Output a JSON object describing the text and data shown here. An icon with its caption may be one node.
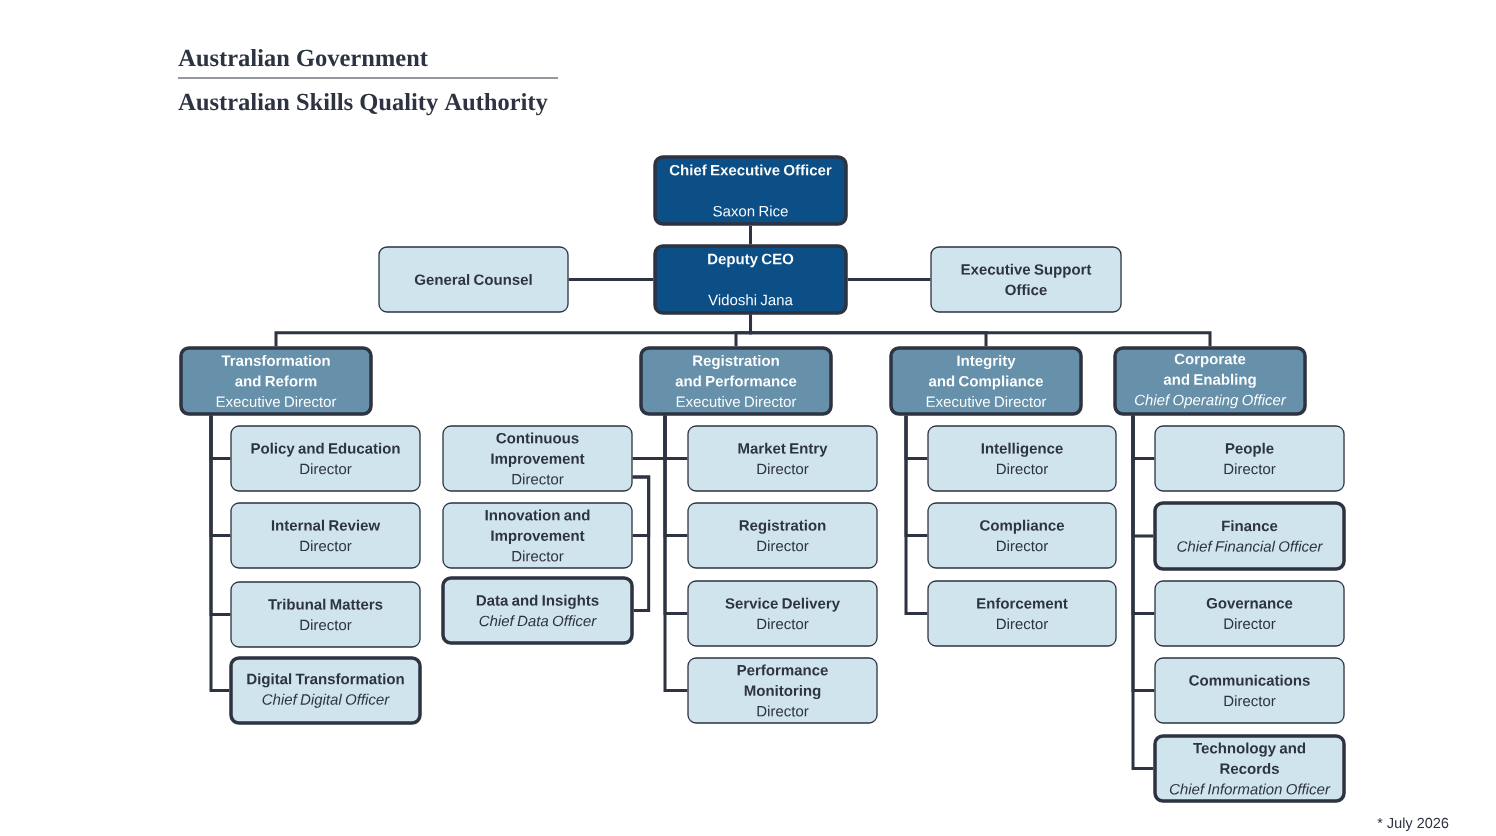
{
  "diagram": {
    "nodes": [
      {
        "text": [
          "Chief Executive Officer",
          "Saxon Rice"
        ]
      },
      {
        "text": [
          "Deputy CEO",
          "Vidoshi Jana"
        ]
      },
      {
        "text": [
          "General Counsel"
        ]
      },
      {
        "text": [
          "Executive Support Office"
        ]
      },
      {
        "text": [
          "Transformation and Reform",
          "Executive Director"
        ]
      },
      {
        "text": [
          "Registration and Performance",
          "Executive Director"
        ]
      },
      {
        "text": [
          "Integrity and Compliance",
          "Executive Director"
        ]
      },
      {
        "text": [
          "Corporate and Enabling",
          "Chief Operating Officer"
        ]
      },
      {
        "text": [
          "Policy and Education",
          "Director"
        ]
      },
      {
        "text": [
          "Internal Review",
          "Director"
        ]
      },
      {
        "text": [
          "Tribunal Matters",
          "Director"
        ]
      },
      {
        "text": [
          "Digital Transformation",
          "Chief Digital Officer"
        ]
      },
      {
        "text": [
          "Continuous Improvement",
          "Director"
        ]
      },
      {
        "text": [
          "Innovation and Improvement",
          "Director"
        ]
      },
      {
        "text": [
          "Data and Insights",
          "Chief Data Officer"
        ]
      },
      {
        "text": [
          "Market Entry",
          "Director"
        ]
      },
      {
        "text": [
          "Registration",
          "Director"
        ]
      },
      {
        "text": [
          "Service Delivery",
          "Director"
        ]
      },
      {
        "text": [
          "Performance Monitoring",
          "Director"
        ]
      },
      {
        "text": [
          "Intelligence",
          "Director"
        ]
      },
      {
        "text": [
          "Compliance",
          "Director"
        ]
      },
      {
        "text": [
          "Enforcement",
          "Director"
        ]
      },
      {
        "text": [
          "People",
          "Director"
        ]
      },
      {
        "text": [
          "Finance",
          "Chief Financial Officer"
        ]
      },
      {
        "text": [
          "Governance",
          "Director"
        ]
      },
      {
        "text": [
          "Communications",
          "Director"
        ]
      },
      {
        "text": [
          "Technology and Records",
          "Chief Information Officer"
        ]
      }
    ],
    "edges": [
      {
        "from": 0,
        "to": 1,
        "arrow": "none"
      },
      {
        "from": 1,
        "to": 2,
        "arrow": "none"
      },
      {
        "from": 1,
        "to": 3,
        "arrow": "none"
      },
      {
        "from": 1,
        "to": 4,
        "arrow": "none"
      },
      {
        "from": 1,
        "to": 5,
        "arrow": "none"
      },
      {
        "from": 1,
        "to": 6,
        "arrow": "none"
      },
      {
        "from": 1,
        "to": 7,
        "arrow": "none"
      },
      {
        "from": 4,
        "to": 8,
        "arrow": "none"
      },
      {
        "from": 4,
        "to": 9,
        "arrow": "none"
      },
      {
        "from": 4,
        "to": 10,
        "arrow": "none"
      },
      {
        "from": 4,
        "to": 11,
        "arrow": "none"
      },
      {
        "from": 5,
        "to": 12,
        "arrow": "none"
      },
      {
        "from": 5,
        "to": 15,
        "arrow": "none"
      },
      {
        "from": 5,
        "to": 16,
        "arrow": "none"
      },
      {
        "from": 5,
        "to": 17,
        "arrow": "none"
      },
      {
        "from": 5,
        "to": 18,
        "arrow": "none"
      },
      {
        "from": 12,
        "to": 13,
        "arrow": "none"
      },
      {
        "from": 12,
        "to": 14,
        "arrow": "none"
      },
      {
        "from": 6,
        "to": 19,
        "arrow": "none"
      },
      {
        "from": 6,
        "to": 20,
        "arrow": "none"
      },
      {
        "from": 6,
        "to": 21,
        "arrow": "none"
      },
      {
        "from": 7,
        "to": 22,
        "arrow": "none"
      },
      {
        "from": 7,
        "to": 23,
        "arrow": "none"
      },
      {
        "from": 7,
        "to": 24,
        "arrow": "none"
      },
      {
        "from": 7,
        "to": 25,
        "arrow": "none"
      },
      {
        "from": 7,
        "to": 26,
        "arrow": "none"
      }
    ],
    "labels": [
      "Australian Government",
      "Australian Skills Quality Authority",
      "* July 2026"
    ]
  }
}
